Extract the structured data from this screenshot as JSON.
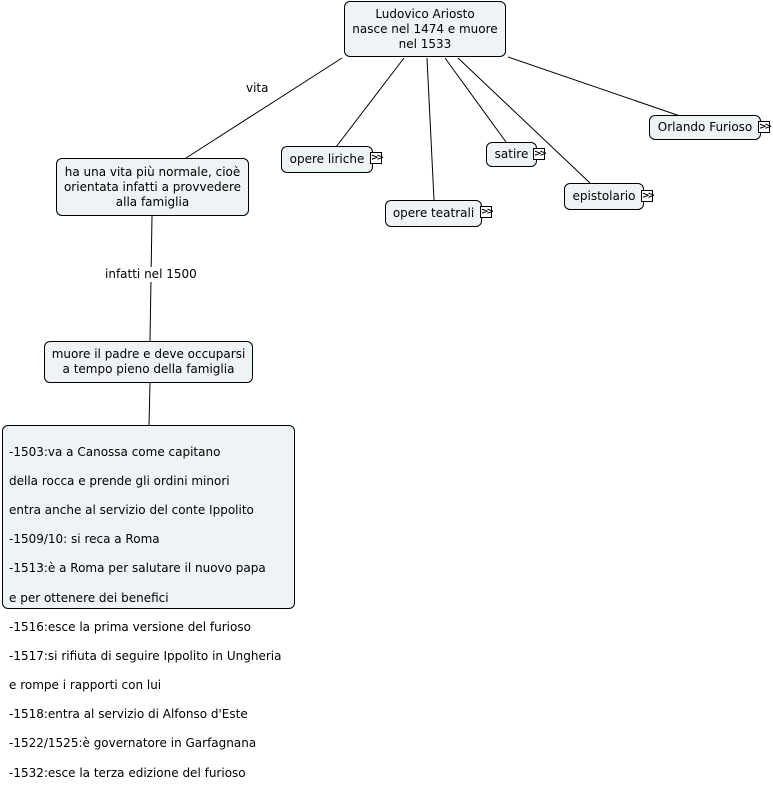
{
  "root": {
    "text": "Ludovico Ariosto\nnasce nel 1474 e muore\nnel 1533"
  },
  "branches": {
    "vita_label": "vita",
    "opere_liriche": "opere liriche",
    "opere_teatrali": "opere teatrali",
    "satire": "satire",
    "epistolario": "epistolario",
    "orlando_furioso": "Orlando Furioso"
  },
  "vita_node": {
    "text": "ha una vita più normale, cioè\norientata infatti a provvedere\nalla famiglia"
  },
  "infatti_label": "infatti nel 1500",
  "padre_node": {
    "text": "muore il padre e deve occuparsi\na tempo pieno della famiglia"
  },
  "timeline": [
    "-1503:va a Canossa come capitano",
    "della rocca e prende gli ordini minori",
    "entra anche al servizio del conte Ippolito",
    "-1509/10: si reca a Roma",
    "-1513:è a Roma per salutare il nuovo papa",
    "e per ottenere dei benefici",
    "-1516:esce la prima versione del furioso",
    "-1517:si rifiuta di seguire Ippolito in Ungheria",
    "e rompe i rapporti con lui",
    "-1518:entra al servizio di Alfonso d'Este",
    "-1522/1525:è governatore in Garfagnana",
    "-1532:esce la terza edizione del furioso"
  ],
  "expand_icon": "double-chevron-right-icon",
  "colors": {
    "node_fill": "#eef4f5",
    "line": "#000000"
  }
}
